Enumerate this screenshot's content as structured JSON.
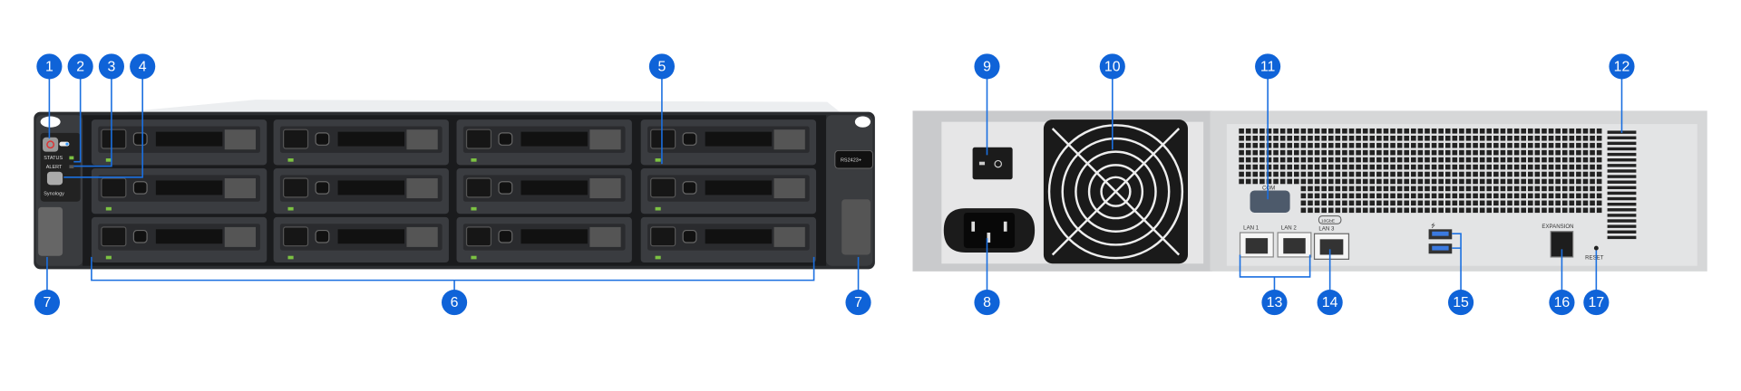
{
  "colors": {
    "callout": "#0f63d8",
    "chassis_front": "#2b2d30",
    "chassis_back": "#d9dadb",
    "led_green": "#7cc242"
  },
  "front": {
    "status_label": "STATUS",
    "alert_label": "ALERT",
    "brand": "Synology",
    "model": "RS2423+",
    "drive_rows": 3,
    "drive_columns": 4
  },
  "back": {
    "com_label": "COM",
    "lan1_label": "LAN 1",
    "lan2_label": "LAN 2",
    "lan3_label": "LAN 3",
    "lan3_speed": "10GbE",
    "expansion_label": "EXPANSION",
    "reset_label": "RESET",
    "usb_icon": "usb-icon"
  },
  "callouts": [
    "1",
    "2",
    "3",
    "4",
    "5",
    "6",
    "7",
    "7",
    "8",
    "9",
    "10",
    "11",
    "12",
    "13",
    "14",
    "15",
    "16",
    "17"
  ]
}
